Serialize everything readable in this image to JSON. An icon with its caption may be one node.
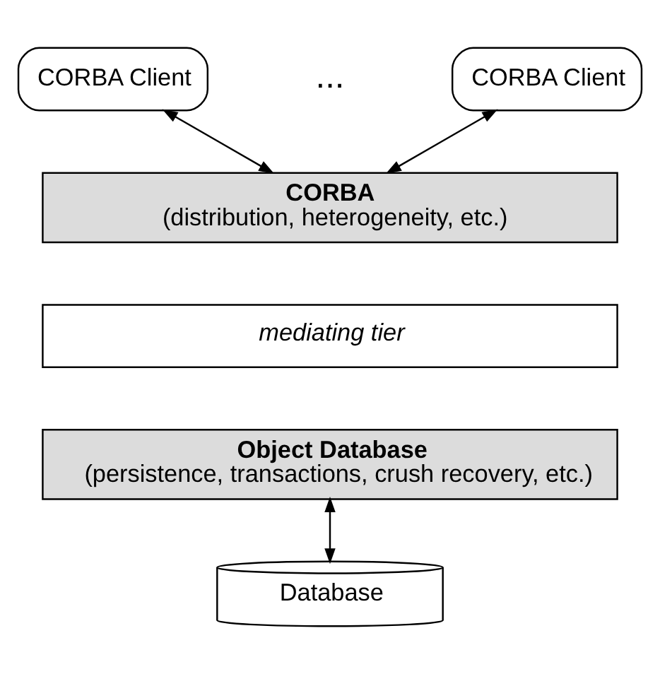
{
  "diagram": {
    "nodes": [
      {
        "text": [
          "CORBA Client"
        ]
      },
      {
        "text": [
          "CORBA Client"
        ]
      },
      {
        "text": [
          "CORBA",
          "(distribution, heterogeneity, etc.)"
        ]
      },
      {
        "text": [
          "mediating tier"
        ]
      },
      {
        "text": [
          "Object Database",
          "(persistence, transactions, crush recovery, etc.)"
        ]
      },
      {
        "text": [
          "Database"
        ]
      }
    ],
    "edges": [
      {
        "from": 0,
        "to": 2,
        "arrow": "both"
      },
      {
        "from": 1,
        "to": 2,
        "arrow": "both"
      },
      {
        "from": 4,
        "to": 5,
        "arrow": "both"
      }
    ],
    "labels": [
      "..."
    ]
  }
}
